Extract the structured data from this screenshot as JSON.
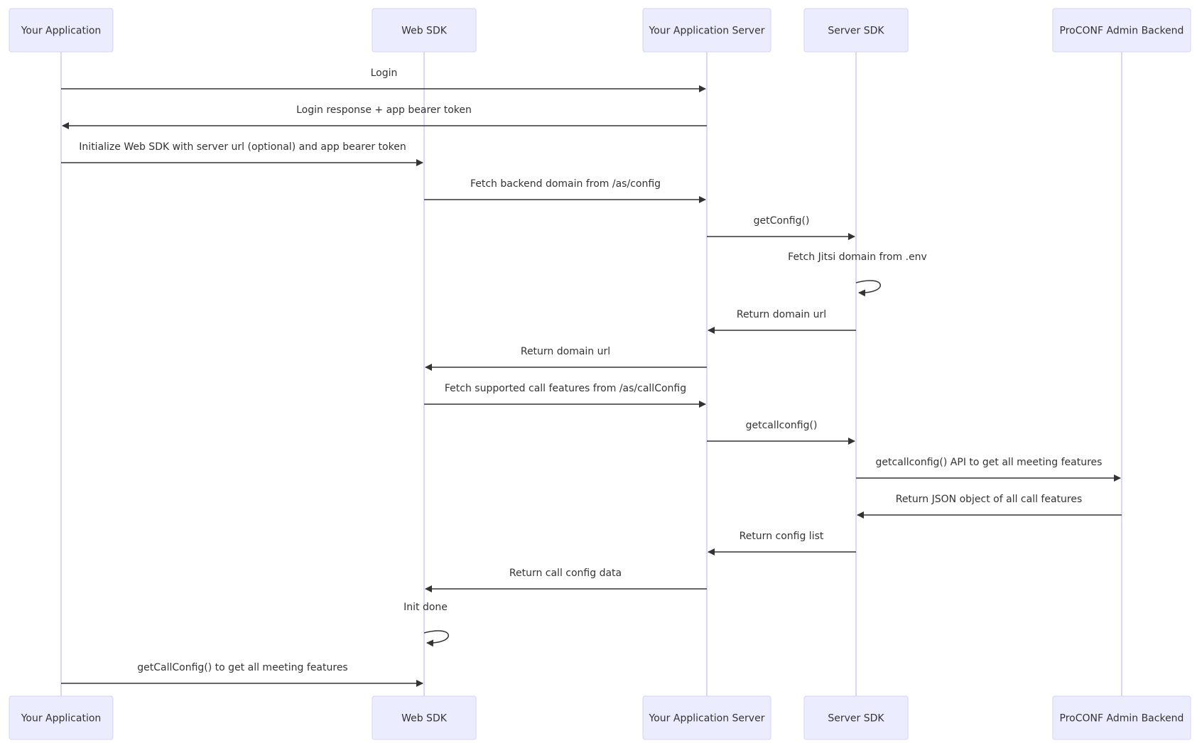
{
  "diagram": {
    "participants": [
      {
        "id": "app",
        "label": "Your Application"
      },
      {
        "id": "sdk",
        "label": "Web SDK"
      },
      {
        "id": "server",
        "label": "Your Application Server"
      },
      {
        "id": "serversdk",
        "label": "Server SDK"
      },
      {
        "id": "backend",
        "label": "ProCONF Admin Backend"
      }
    ],
    "messages": [
      {
        "from": "app",
        "to": "server",
        "label": "Login"
      },
      {
        "from": "server",
        "to": "app",
        "label": "Login response + app bearer token"
      },
      {
        "from": "app",
        "to": "sdk",
        "label": "Initialize Web SDK with server url (optional) and app bearer token"
      },
      {
        "from": "sdk",
        "to": "server",
        "label": "Fetch backend domain from /as/config"
      },
      {
        "from": "server",
        "to": "serversdk",
        "label": "getConfig()"
      },
      {
        "from": "serversdk",
        "to": "serversdk",
        "label": "Fetch Jitsi domain from .env"
      },
      {
        "from": "serversdk",
        "to": "server",
        "label": "Return domain url"
      },
      {
        "from": "server",
        "to": "sdk",
        "label": "Return domain url"
      },
      {
        "from": "sdk",
        "to": "server",
        "label": "Fetch supported call features from /as/callConfig"
      },
      {
        "from": "server",
        "to": "serversdk",
        "label": "getcallconfig()"
      },
      {
        "from": "serversdk",
        "to": "backend",
        "label": "getcallconfig() API to get all meeting features"
      },
      {
        "from": "backend",
        "to": "serversdk",
        "label": "Return JSON object of all call features"
      },
      {
        "from": "serversdk",
        "to": "server",
        "label": "Return config list"
      },
      {
        "from": "server",
        "to": "sdk",
        "label": "Return call config data"
      },
      {
        "from": "sdk",
        "to": "sdk",
        "label": "Init done"
      },
      {
        "from": "app",
        "to": "sdk",
        "label": "getCallConfig() to get all meeting features"
      }
    ]
  }
}
